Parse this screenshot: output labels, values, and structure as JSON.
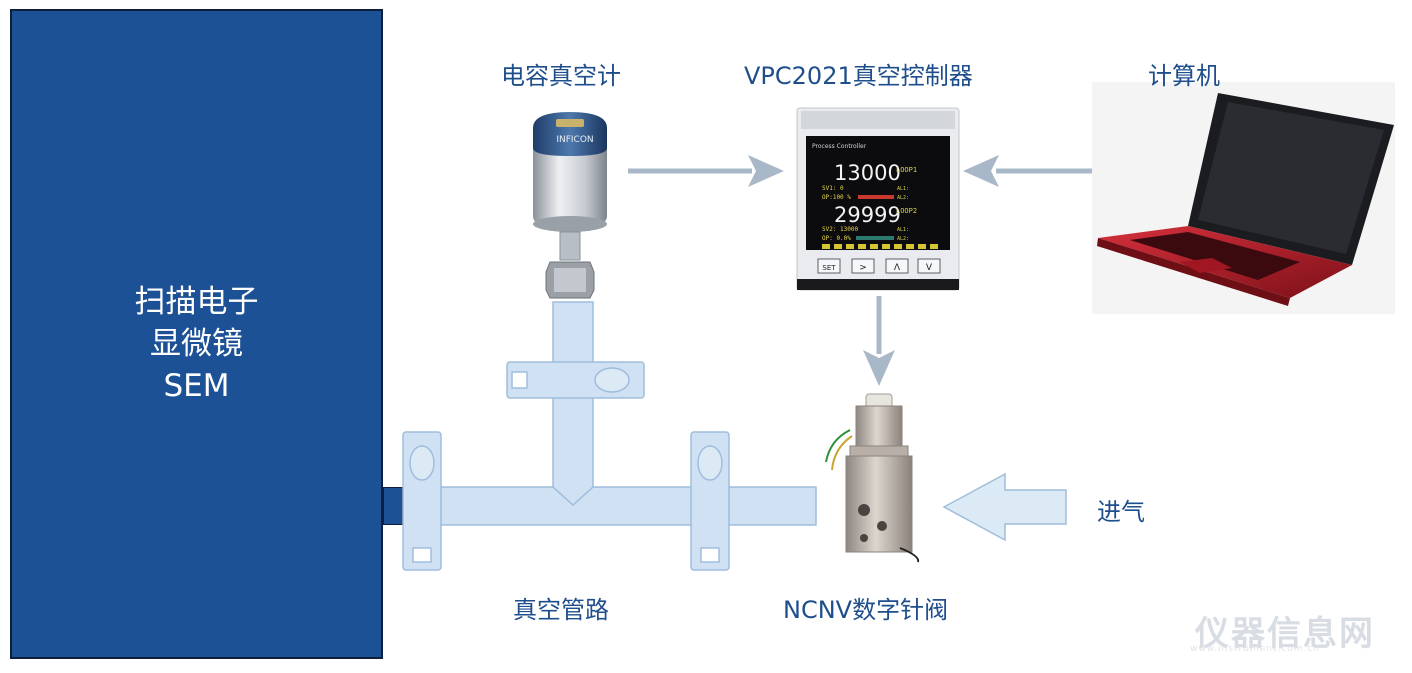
{
  "sem": {
    "line1": "扫描电子",
    "line2": "显微镜",
    "line3": "SEM"
  },
  "labels": {
    "gauge": "电容真空计",
    "controller": "VPC2021真空控制器",
    "computer": "计算机",
    "inlet": "进气",
    "pipe": "真空管路",
    "valve": "NCNV数字针阀"
  },
  "gauge_device": {
    "brand": "INFICON"
  },
  "controller_device": {
    "header": "Process Controller",
    "pv1": "13000",
    "loop1": "LOOP1",
    "sv1": "SV1: 0",
    "op1": "OP:100 %",
    "pv2": "29999",
    "loop2": "LOOP2",
    "sv2": "SV2: 13000",
    "op2": "OP: 0.0%",
    "al1": "AL1:",
    "al2": "AL2:",
    "btn_set": "SET",
    "btn_right": ">",
    "btn_up": "Λ",
    "btn_down": "V"
  },
  "watermark": {
    "text": "仪器信息网",
    "url": "www.instrument.com.cn"
  },
  "colors": {
    "sem_fill": "#1c5196",
    "label_text": "#1f4e8c",
    "pipe_fill": "#cfe1f2",
    "pipe_stroke": "#8fb1d4",
    "arrow": "#a9b8c8",
    "laptop_red": "#b01b27"
  }
}
